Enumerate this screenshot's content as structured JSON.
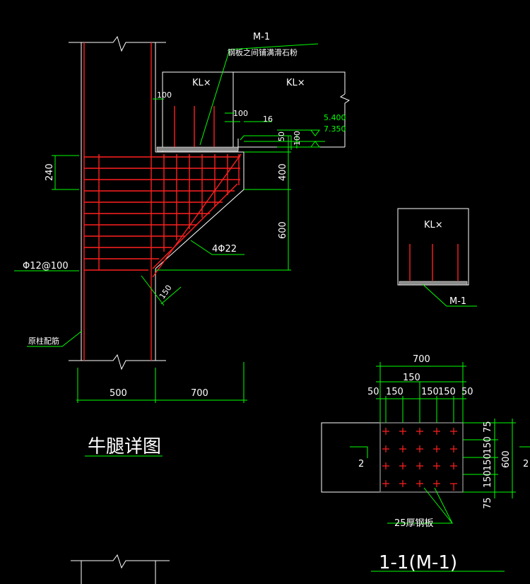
{
  "colors": {
    "background": "#000000",
    "outline": "#ffffff",
    "dimension": "#00ff00",
    "rebar": "#ff2020",
    "plate": "#888888"
  },
  "labels": {
    "m1_top": "M-1",
    "m1_note": "钢板之间铺满滑石粉",
    "klx_left": "KL×",
    "klx_right": "KL×",
    "klx_section": "KL×",
    "dim_100_a": "100",
    "dim_100_b": "100",
    "dim_16": "16",
    "elev_top": "5.400",
    "elev_bottom": "7.350",
    "dim_50": "50",
    "dim_100_v": "100",
    "dim_240": "240",
    "dim_400": "400",
    "dim_600": "600",
    "rebar_4phi22": "4Φ22",
    "rebar_phi12": "Φ12@100",
    "dim_150_diag": "150",
    "col_rebar": "原柱配筋",
    "dim_500": "500",
    "dim_700": "700",
    "title_corbel": "牛腿详图",
    "m1_section": "M-1",
    "sec_700": "700",
    "sec_150_top": "150",
    "sec_50_l": "50",
    "sec_150_a": "150",
    "sec_150_b": "150",
    "sec_150_c": "150",
    "sec_50_r": "50",
    "sec_75_t": "75",
    "sec_150_v1": "150",
    "sec_150_v2": "150",
    "sec_150_v3": "150",
    "sec_75_b": "75",
    "sec_600": "600",
    "sec_2_left": "2",
    "sec_2_right": "2",
    "plate_25": "25厚钢板",
    "title_section": "1-1(M-1)"
  }
}
